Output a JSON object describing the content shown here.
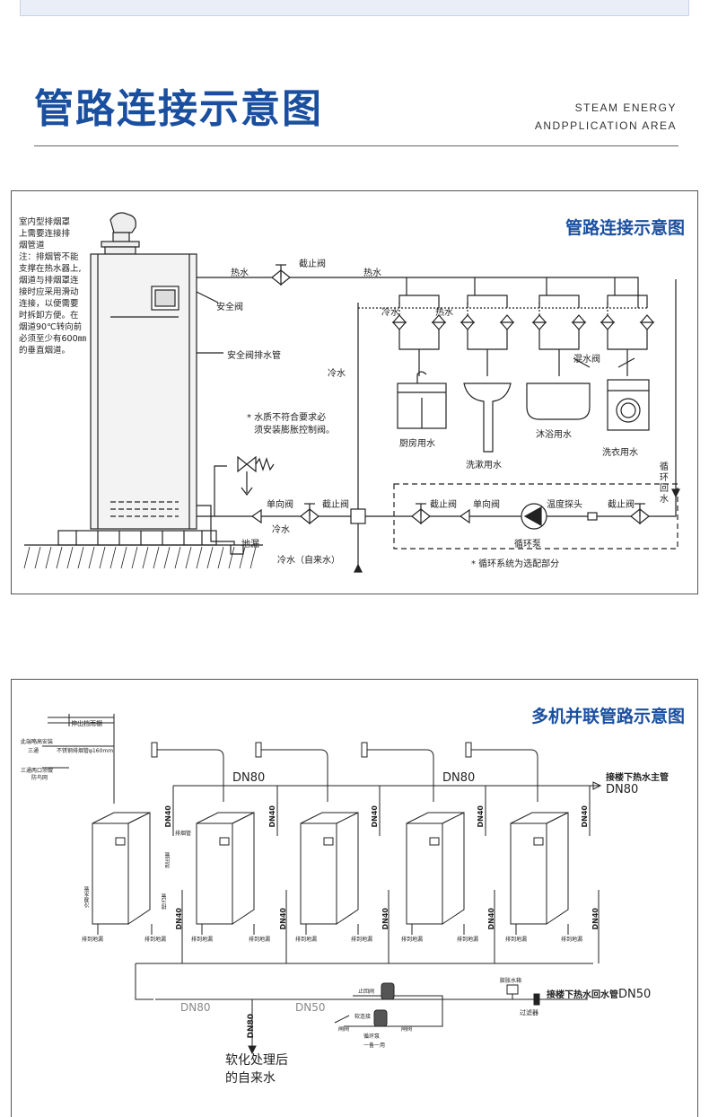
{
  "header": {
    "title": "管路连接示意图",
    "subtitle_line1": "STEAM ENERGY",
    "subtitle_line2": "ANDPPLICATION AREA"
  },
  "diagram1": {
    "title": "管路连接示意图",
    "chimney_note": [
      "室内型排烟罩",
      "上需要连接排",
      "烟管道",
      "注：排烟管不能",
      "支撑在热水器上,",
      "烟道与排烟罩连",
      "接时应采用滑动",
      "连接，以便需要",
      "时拆卸方便。在",
      "烟道90℃转向前",
      "必须至少有600㎜",
      "的垂直烟道。"
    ],
    "hot_water": "热水",
    "stop_valve": "截止阀",
    "safety_valve": "安全阀",
    "safety_drain": "安全阀排水管",
    "cold_water": "冷水",
    "mixing_valve": "混水阀",
    "kitchen": "厨房用水",
    "washbasin": "洗漱用水",
    "bath": "沐浴用水",
    "laundry": "洗衣用水",
    "circ_return": [
      "循",
      "环",
      "回",
      "水"
    ],
    "expansion_note": [
      "* 水质不符合要求必",
      "须安装膨胀控制阀。"
    ],
    "check_valve": "单向阀",
    "temp_probe": "温度探头",
    "circ_pump": "循环泵",
    "floor_drain": "地漏",
    "tap_water": "冷水（自来水）",
    "optional_note": "* 循环系统为选配部分"
  },
  "diagram2": {
    "title": "多机并联管路示意图",
    "dn80": "DN80",
    "dn40": "DN40",
    "dn50": "DN50",
    "main_hot": "接楼下热水主管",
    "main_return": "接楼下热水回水管",
    "softened": [
      "软化处理后",
      "的自来水"
    ],
    "drain": "排到地漏",
    "vent": "伸出挡雨棚",
    "filter": "过滤器",
    "unit_labels": [
      "冷凝水管",
      "排污管",
      "泄压管",
      "排烟管"
    ],
    "chimney_labels": [
      "此端略高安装",
      "三通",
      "不锈钢排烟管φ160mm",
      "三通两口须做",
      "防鸟网"
    ],
    "pump_labels": [
      "止回阀",
      "软连接",
      "闸阀",
      "循环泵",
      "一备一用",
      "膨胀水箱"
    ]
  }
}
